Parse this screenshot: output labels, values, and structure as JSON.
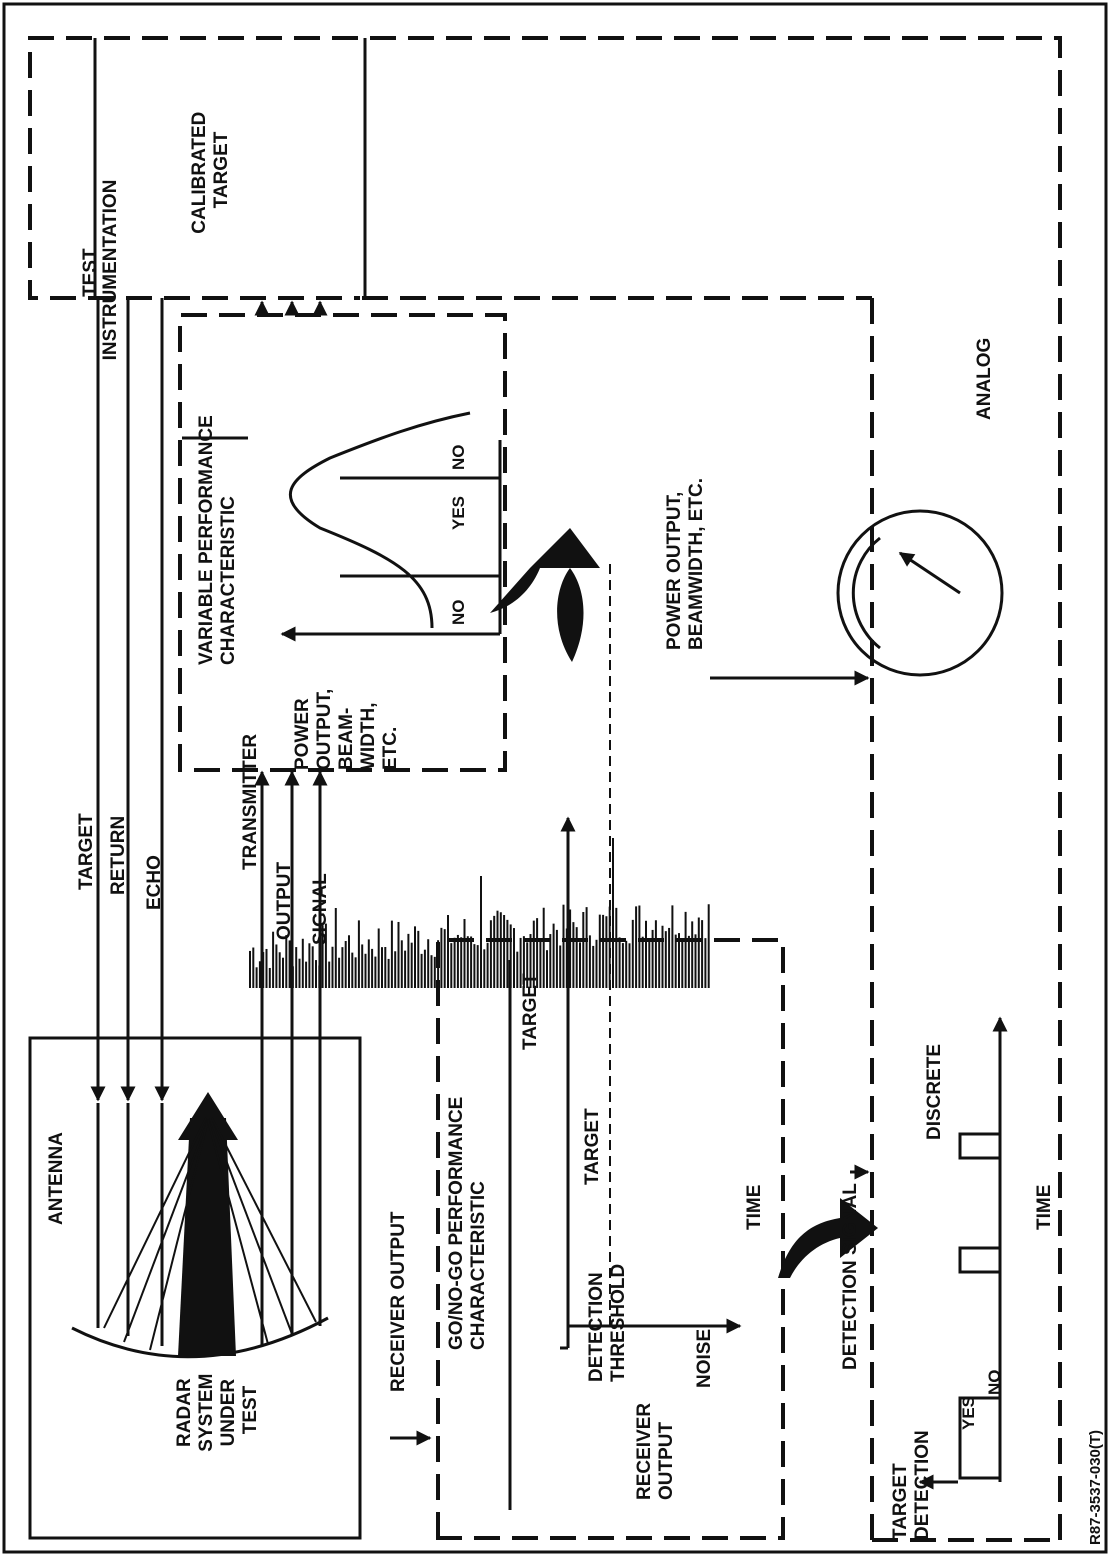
{
  "figure_code": "R87-3537-030(T)",
  "blocks": {
    "test_instrumentation": [
      "TEST",
      "INSTRUMENTATION"
    ],
    "calibrated_target": [
      "CALIBRATED",
      "TARGET"
    ],
    "radar_system": [
      "RADAR",
      "SYSTEM",
      "UNDER",
      "TEST"
    ],
    "antenna": "ANTENNA"
  },
  "signals": {
    "target_return_echo": [
      "TARGET",
      "RETURN",
      "ECHO"
    ],
    "transmitter_output_signal": [
      "TRANSMITTER",
      "OUTPUT",
      "SIGNAL"
    ],
    "receiver_output_arrow": "RECEIVER OUTPUT",
    "detection_signal_arrow": "DETECTION SIGNAL",
    "power_output_arrow": [
      "POWER OUTPUT,",
      "BEAMWIDTH, ETC."
    ]
  },
  "variable_panel": {
    "title": [
      "VARIABLE PERFORMANCE",
      "CHARACTERISTIC"
    ],
    "axis_label": [
      "POWER",
      "OUTPUT,",
      "BEAM-",
      "WIDTH,",
      "ETC."
    ],
    "zones": [
      "NO",
      "YES",
      "NO"
    ]
  },
  "gonogo_panel": {
    "title": [
      "GO/NO-GO PERFORMANCE",
      "CHARACTERISTIC"
    ],
    "ylabel": [
      "RECEIVER",
      "OUTPUT"
    ],
    "xlabel": "TIME",
    "threshold_label": [
      "DETECTION",
      "THRESHOLD"
    ],
    "noise_label": "NOISE",
    "target_labels": [
      "TARGET",
      "TARGET"
    ]
  },
  "output_panel": {
    "analog_label": "ANALOG",
    "discrete_label": "DISCRETE",
    "ylabel": [
      "TARGET",
      "DETECTION"
    ],
    "yes_label": "YES",
    "no_label": "NO",
    "xlabel": "TIME"
  }
}
